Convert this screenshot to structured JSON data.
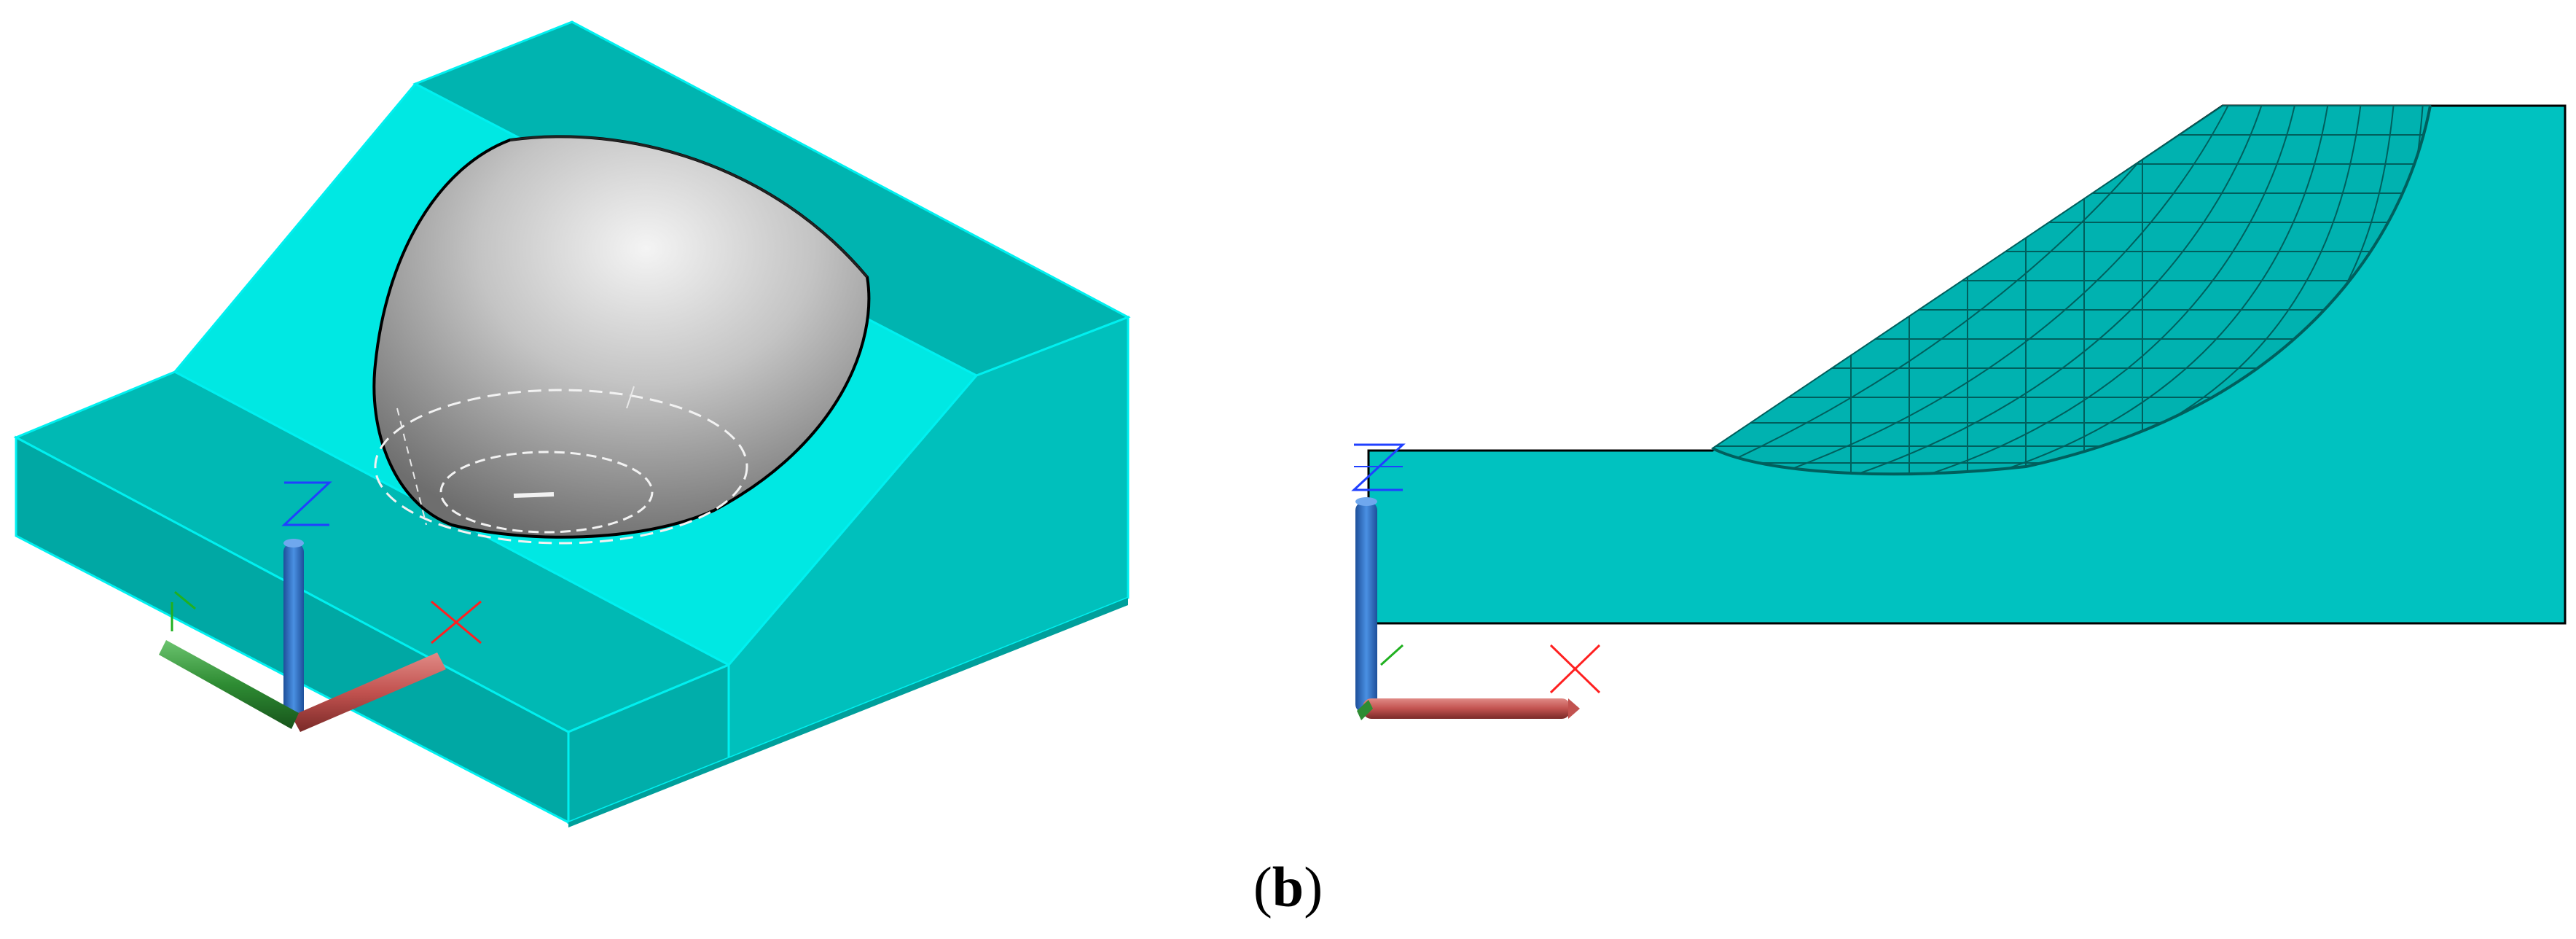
{
  "caption": {
    "open": "(",
    "letter": "b",
    "close": ")"
  },
  "axis_labels": {
    "x": "X",
    "y": "Y",
    "z": "Z"
  },
  "colors": {
    "background": "#ffffff",
    "solid_face_light": "#00e5e0",
    "solid_face_mid": "#00b9b4",
    "solid_face_dark": "#009f9b",
    "solid_edge": "#00f0f0",
    "section_fill": "#00c2c0",
    "outline": "#000000",
    "mesh_line": "#005f5d",
    "bowl_light": "#ededed",
    "bowl_dark": "#7d7d7d",
    "axis_x": "#c2524f",
    "axis_y": "#2e8c33",
    "axis_z": "#2f6fc4",
    "axis_label_x": "#ff2020",
    "axis_label_y": "#20b020",
    "axis_label_z": "#2040ff"
  }
}
